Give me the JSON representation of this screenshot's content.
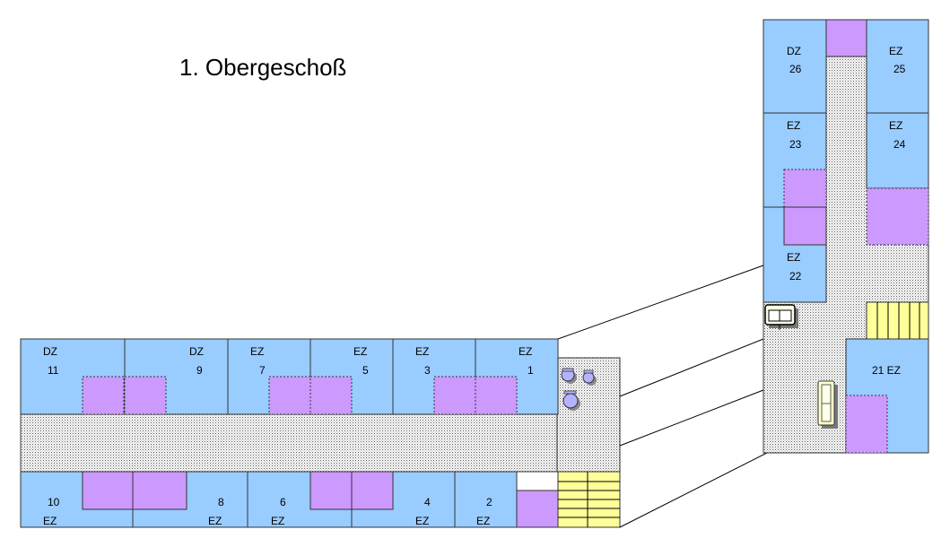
{
  "title": "1. Obergeschoß",
  "rooms": {
    "r11": {
      "type": "DZ",
      "num": "11"
    },
    "r9": {
      "type": "DZ",
      "num": "9"
    },
    "r7": {
      "type": "EZ",
      "num": "7"
    },
    "r5": {
      "type": "EZ",
      "num": "5"
    },
    "r3": {
      "type": "EZ",
      "num": "3"
    },
    "r1": {
      "type": "EZ",
      "num": "1"
    },
    "r10": {
      "type": "EZ",
      "num": "10"
    },
    "r8": {
      "type": "EZ",
      "num": "8"
    },
    "r6": {
      "type": "EZ",
      "num": "6"
    },
    "r4": {
      "type": "EZ",
      "num": "4"
    },
    "r2": {
      "type": "EZ",
      "num": "2"
    },
    "r26": {
      "type": "DZ",
      "num": "26"
    },
    "r25": {
      "type": "EZ",
      "num": "25"
    },
    "r23": {
      "type": "EZ",
      "num": "23"
    },
    "r24": {
      "type": "EZ",
      "num": "24"
    },
    "r22": {
      "type": "EZ",
      "num": "22"
    },
    "r21": {
      "label": "21 EZ"
    }
  },
  "colors": {
    "room": "#99ccff",
    "bathroom": "#cc99ff",
    "stairs": "#ffff99",
    "corridor": "dotted grey"
  },
  "icons": [
    "sofa-icon",
    "armchair-icon",
    "round-table-icon",
    "chair-icon"
  ]
}
